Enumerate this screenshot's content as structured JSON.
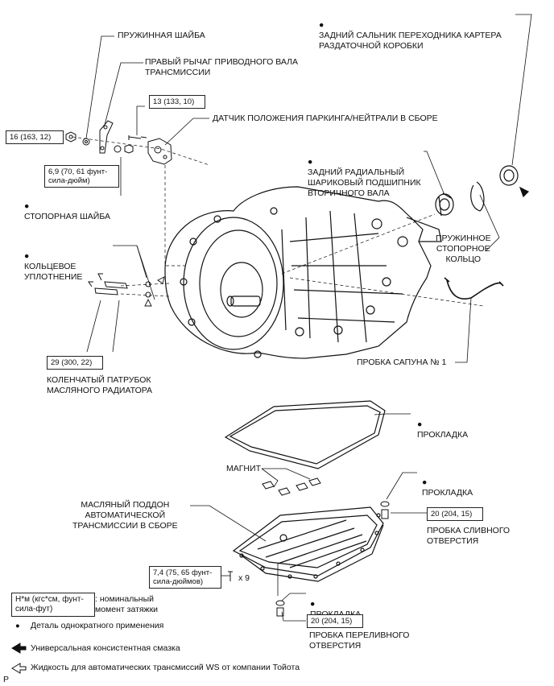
{
  "labels": {
    "spring_washer": "ПРУЖИННАЯ ШАЙБА",
    "shift_lever": "ПРАВЫЙ РЫЧАГ ПРИВОДНОГО ВАЛА\nТРАНСМИССИИ",
    "park_sensor": "ДАТЧИК ПОЛОЖЕНИЯ ПАРКИНГА/НЕЙТРАЛИ В СБОРЕ",
    "rear_seal": "ЗАДНИЙ САЛЬНИК ПЕРЕХОДНИКА КАРТЕРА\nРАЗДАТОЧНОЙ КОРОБКИ",
    "lock_washer": "СТОПОРНАЯ ШАЙБА",
    "rear_bearing": "ЗАДНИЙ РАДИАЛЬНЫЙ\nШАРИКОВЫЙ ПОДШИПНИК\nВТОРИЧНОГО ВАЛА",
    "snap_ring": "ПРУЖИННОЕ\nСТОПОРНОЕ\nКОЛЬЦО",
    "o_ring": "КОЛЬЦЕВОЕ\nУПЛОТНЕНИЕ",
    "breather_plug": "ПРОБКА САПУНА № 1",
    "cooler_union": "КОЛЕНЧАТЫЙ ПАТРУБОК\nМАСЛЯНОГО РАДИАТОРА",
    "gasket_top": "ПРОКЛАДКА",
    "magnet": "МАГНИТ",
    "gasket_drain": "ПРОКЛАДКА",
    "oil_pan": "МАСЛЯНЫЙ ПОДДОН\nАВТОМАТИЧЕСКОЙ\nТРАНСМИССИИ В СБОРЕ",
    "drain_plug": "ПРОБКА СЛИВНОГО\nОТВЕРСТИЯ",
    "gasket_overflow": "ПРОКЛАДКА",
    "overflow_plug": "ПРОБКА ПЕРЕЛИВНОГО\nОТВЕРСТИЯ",
    "times_nine": "x 9"
  },
  "torques": {
    "t16": "16 (163, 12)",
    "t13": "13 (133, 10)",
    "t69": "6,9 (70, 61 фунт-\nсила-дюйм)",
    "t29": "29 (300, 22)",
    "t20_drain": "20 (204, 15)",
    "t74": "7,4 (75, 65 фунт-\nсила-дюймов)",
    "t20_overflow": "20 (204, 15)"
  },
  "bullet": "●",
  "legend": {
    "unit_box": "Н*м (кгс*см, фунт-\nсила-фут)",
    "unit_desc": ": номинальный\nмомент затяжки",
    "non_reusable": "Деталь однократного применения",
    "grease": "Универсальная консистентная смазка",
    "atf": "Жидкость для автоматических трансмиссий WS от компании Тойота"
  },
  "corner_mark": "P"
}
